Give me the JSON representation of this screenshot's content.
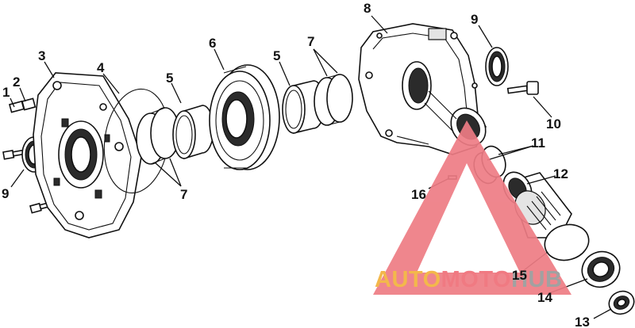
{
  "callouts": [
    {
      "id": "1",
      "text": "1"
    },
    {
      "id": "2",
      "text": "2"
    },
    {
      "id": "3",
      "text": "3"
    },
    {
      "id": "4",
      "text": "4"
    },
    {
      "id": "5a",
      "text": "5"
    },
    {
      "id": "5b",
      "text": "5"
    },
    {
      "id": "6",
      "text": "6"
    },
    {
      "id": "7a",
      "text": "7"
    },
    {
      "id": "7b",
      "text": "7"
    },
    {
      "id": "8",
      "text": "8"
    },
    {
      "id": "9a",
      "text": "9"
    },
    {
      "id": "9b",
      "text": "9"
    },
    {
      "id": "10",
      "text": "10"
    },
    {
      "id": "11",
      "text": "11"
    },
    {
      "id": "12",
      "text": "12"
    },
    {
      "id": "13",
      "text": "13"
    },
    {
      "id": "14",
      "text": "14"
    },
    {
      "id": "15",
      "text": "15"
    },
    {
      "id": "16",
      "text": "16"
    }
  ],
  "watermark": {
    "part1": "AUTO",
    "part2": "MOTO",
    "part3": "HUB",
    "color1": "#f3b23c",
    "color2": "#ef6f78",
    "color3": "#9a9a9a",
    "triangle_color": "#ee7c84"
  }
}
